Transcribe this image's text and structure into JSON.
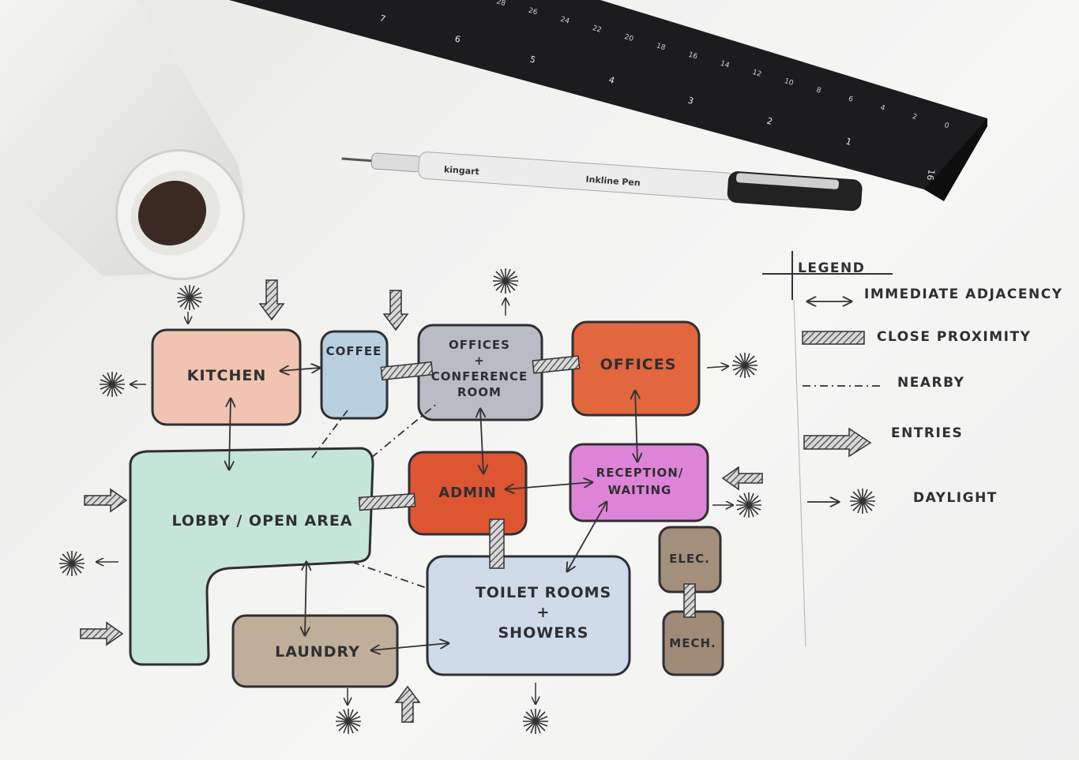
{
  "props": {
    "pen_brand": "kingart",
    "pen_model": "Inkline Pen",
    "ruler_numbers": [
      "7",
      "6",
      "5",
      "4",
      "3",
      "2",
      "1"
    ],
    "ruler_scale_marks": [
      "28",
      "26",
      "24",
      "22",
      "20",
      "18",
      "16",
      "14",
      "12",
      "10",
      "8",
      "6",
      "4",
      "2",
      "0"
    ],
    "ruler_end_label": "16"
  },
  "rooms": {
    "kitchen": "KITCHEN",
    "coffee": "COFFEE",
    "offices_conf": [
      "OFFICES",
      "+",
      "CONFERENCE",
      "ROOM"
    ],
    "offices": "OFFICES",
    "lobby": "LOBBY / OPEN AREA",
    "admin": "ADMIN",
    "reception": [
      "RECEPTION/",
      "WAITING"
    ],
    "toilet": [
      "TOILET ROOMS",
      "+",
      "SHOWERS"
    ],
    "laundry": "LAUNDRY",
    "elec": "ELEC.",
    "mech": "MECH."
  },
  "legend": {
    "title": "LEGEND",
    "items": [
      {
        "symbol": "double-arrow",
        "label": "IMMEDIATE ADJACENCY"
      },
      {
        "symbol": "hatched-bar",
        "label": "CLOSE PROXIMITY"
      },
      {
        "symbol": "dash-dot-line",
        "label": "NEARBY"
      },
      {
        "symbol": "hatched-arrow",
        "label": "ENTRIES"
      },
      {
        "symbol": "starburst",
        "label": "DAYLIGHT"
      }
    ]
  },
  "colors": {
    "kitchen": "#f0c4b0",
    "coffee": "#b9cfe0",
    "offices_conf": "#b9bcc4",
    "offices": "#e2663e",
    "lobby": "#c5e5d8",
    "admin": "#dd5531",
    "reception": "#dd84d8",
    "toilet": "#cfdbe8",
    "laundry": "#bfae99",
    "elec": "#a38f7c",
    "mech": "#9f8b77",
    "ink": "#2f2f33"
  }
}
